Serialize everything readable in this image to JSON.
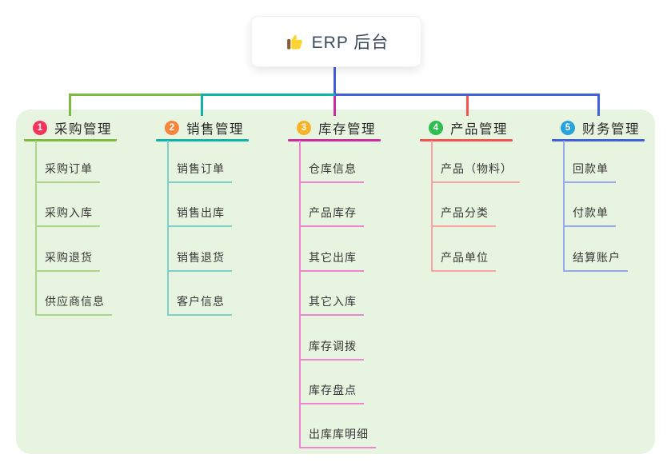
{
  "root": {
    "label": "ERP 后台",
    "icon": "thumbs-up"
  },
  "colors": {
    "panel_bg": "#E6F4E0",
    "root_line": "#4161DC",
    "root_text": "#3D4A5C"
  },
  "branches": [
    {
      "num": "1",
      "label": "采购管理",
      "color": "#7CBB3F",
      "light_color": "#ABD58C",
      "badge_color": "#F4365C",
      "children": [
        "采购订单",
        "采购入库",
        "采购退货",
        "供应商信息"
      ]
    },
    {
      "num": "2",
      "label": "销售管理",
      "color": "#0FB3A7",
      "light_color": "#7ECFC9",
      "badge_color": "#F8853E",
      "children": [
        "销售订单",
        "销售出库",
        "销售退货",
        "客户信息"
      ]
    },
    {
      "num": "3",
      "label": "库存管理",
      "color": "#CE2D9F",
      "light_color": "#EE85CF",
      "badge_color": "#F7B32A",
      "children": [
        "仓库信息",
        "产品库存",
        "其它出库",
        "其它入库",
        "库存调拨",
        "库存盘点",
        "出库库明细"
      ]
    },
    {
      "num": "4",
      "label": "产品管理",
      "color": "#F5534F",
      "light_color": "#F9A4A2",
      "badge_color": "#2EBE52",
      "children": [
        "产品（物料）",
        "产品分类",
        "产品单位"
      ]
    },
    {
      "num": "5",
      "label": "财务管理",
      "color": "#4161DC",
      "light_color": "#97A9EA",
      "badge_color": "#29A3DD",
      "children": [
        "回款单",
        "付款单",
        "结算账户"
      ]
    }
  ]
}
